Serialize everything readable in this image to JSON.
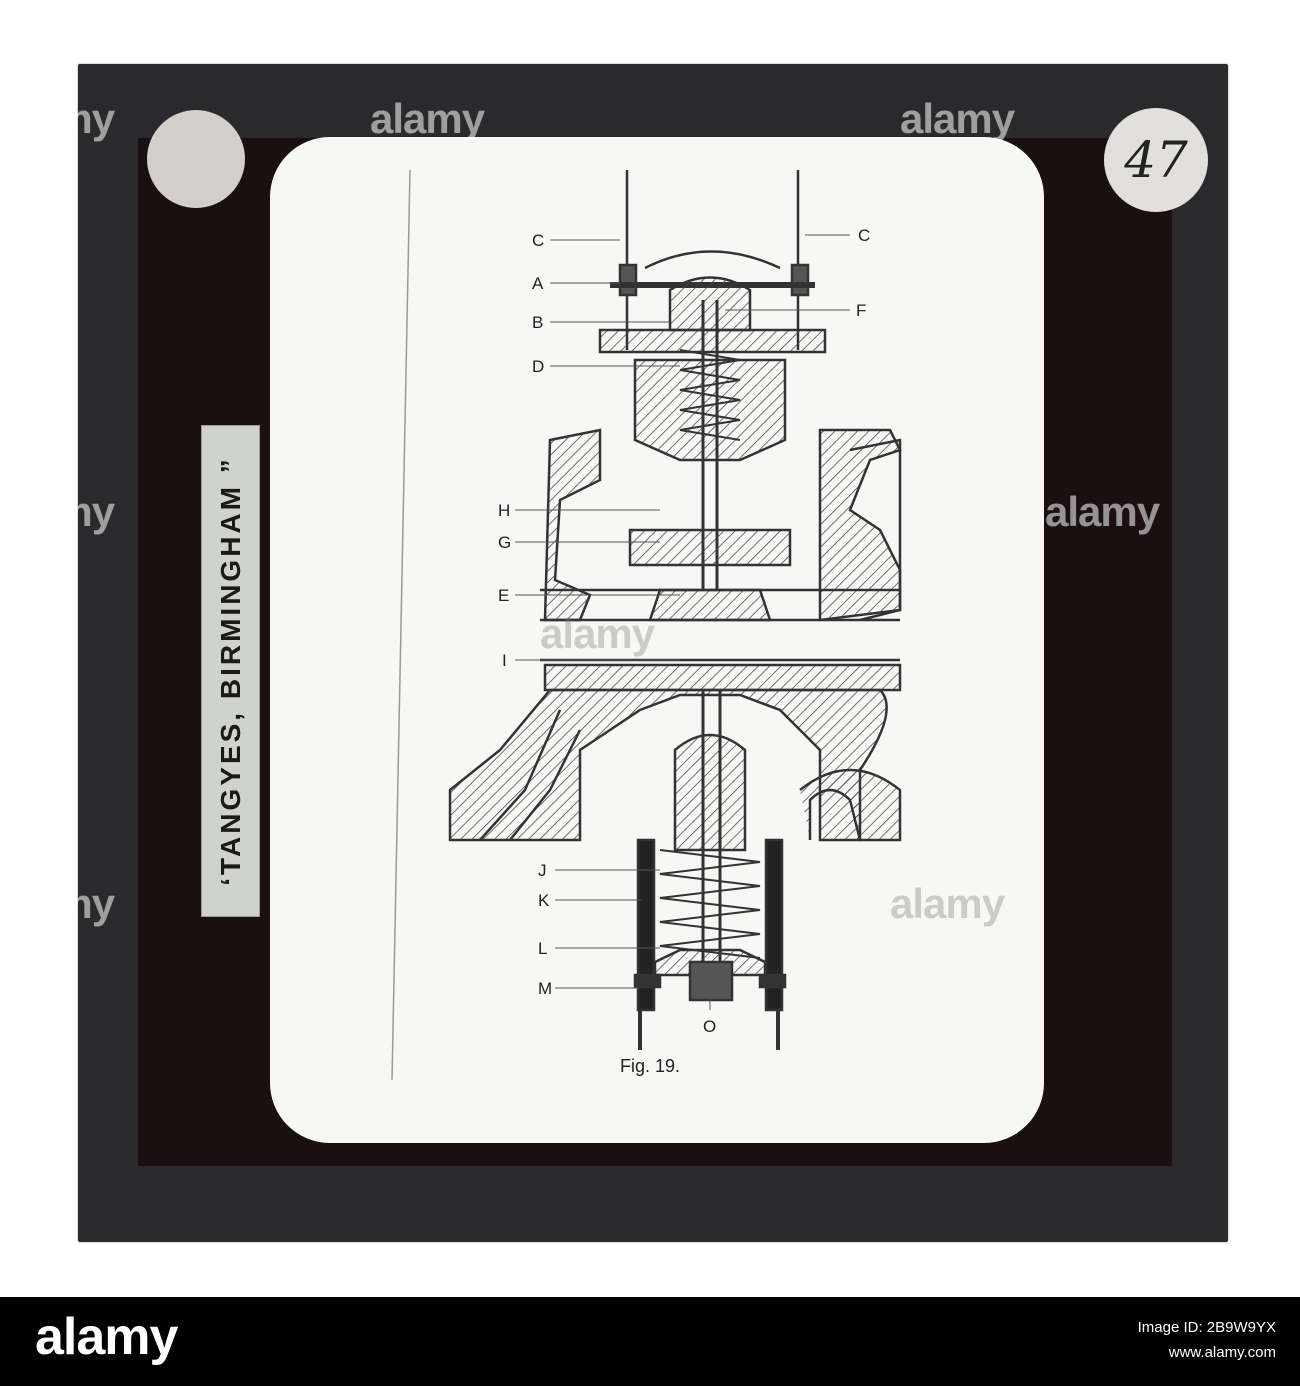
{
  "slide": {
    "number_tag": "47",
    "side_label": "‘TANGYES,  BIRMINGHAM ”",
    "figure_caption": "Fig. 19."
  },
  "diagram_labels": {
    "C_left": "C",
    "C_right": "C",
    "A": "A",
    "B": "B",
    "F": "F",
    "D": "D",
    "H": "H",
    "G": "G",
    "E": "E",
    "I": "I",
    "J": "J",
    "K": "K",
    "L": "L",
    "M": "M",
    "O": "O"
  },
  "watermark": "alamy",
  "stock": {
    "logo": "alamy",
    "image_id_line": "Image ID: 2B9W9YX",
    "site": "www.alamy.com"
  }
}
